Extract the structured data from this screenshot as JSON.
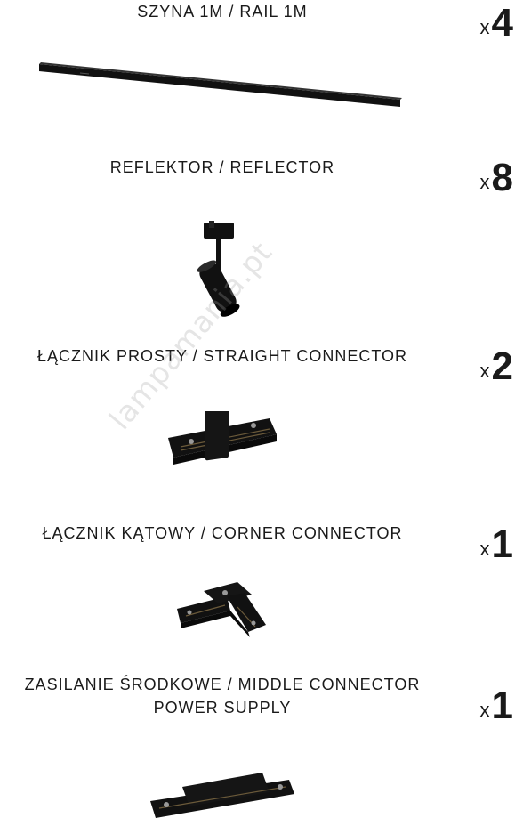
{
  "items": [
    {
      "label": "SZYNA 1M / RAIL 1M",
      "qty_x": "x",
      "qty_n": "4"
    },
    {
      "label": "REFLEKTOR / REFLECTOR",
      "qty_x": "x",
      "qty_n": "8"
    },
    {
      "label": "ŁĄCZNIK PROSTY / STRAIGHT CONNECTOR",
      "qty_x": "x",
      "qty_n": "2"
    },
    {
      "label": "ŁĄCZNIK KĄTOWY / CORNER CONNECTOR",
      "qty_x": "x",
      "qty_n": "1"
    },
    {
      "label_line1": "ZASILANIE ŚRODKOWE / MIDDLE CONNECTOR",
      "label_line2": "POWER SUPPLY",
      "qty_x": "x",
      "qty_n": "1"
    }
  ],
  "watermark": "lampamania.pt",
  "colors": {
    "text": "#1a1a1a",
    "product": "#111111",
    "background": "#ffffff"
  }
}
